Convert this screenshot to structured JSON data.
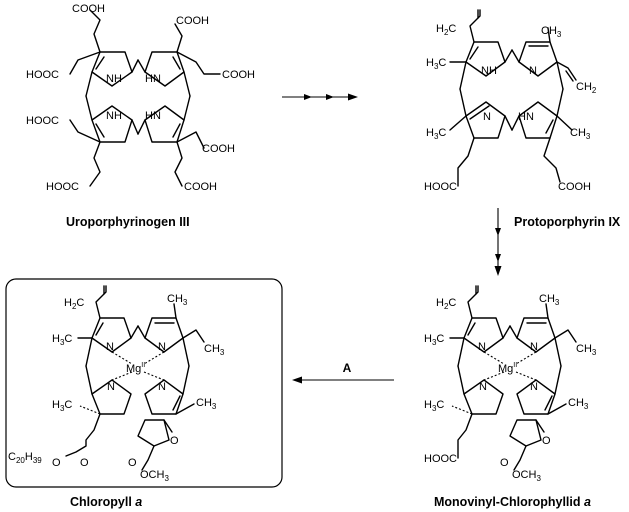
{
  "captions": {
    "uro": "Uroporphyrinogen III",
    "proto": "Protoporphyrin IX",
    "mono": "Monovinyl-Chlorophyllid a",
    "chloro": "Chloropyll a"
  },
  "caption_italic": {
    "mono_base": "Monovinyl-Chlorophyllid ",
    "mono_letter": "a",
    "chloro_base": "Chloropyll ",
    "chloro_letter": "a"
  },
  "arrow_labels": {
    "step_a": "A"
  },
  "atoms": {
    "cooh": "COOH",
    "hooc": "HOOC",
    "nh": "NH",
    "hn": "HN",
    "n": "N",
    "mg": "Mg",
    "mg_charge": "II",
    "h3c": "H",
    "ch3": "CH",
    "ch2": "CH",
    "h2c": "H",
    "o": "O",
    "och3": "OCH",
    "c20h39": "C20H39"
  }
}
